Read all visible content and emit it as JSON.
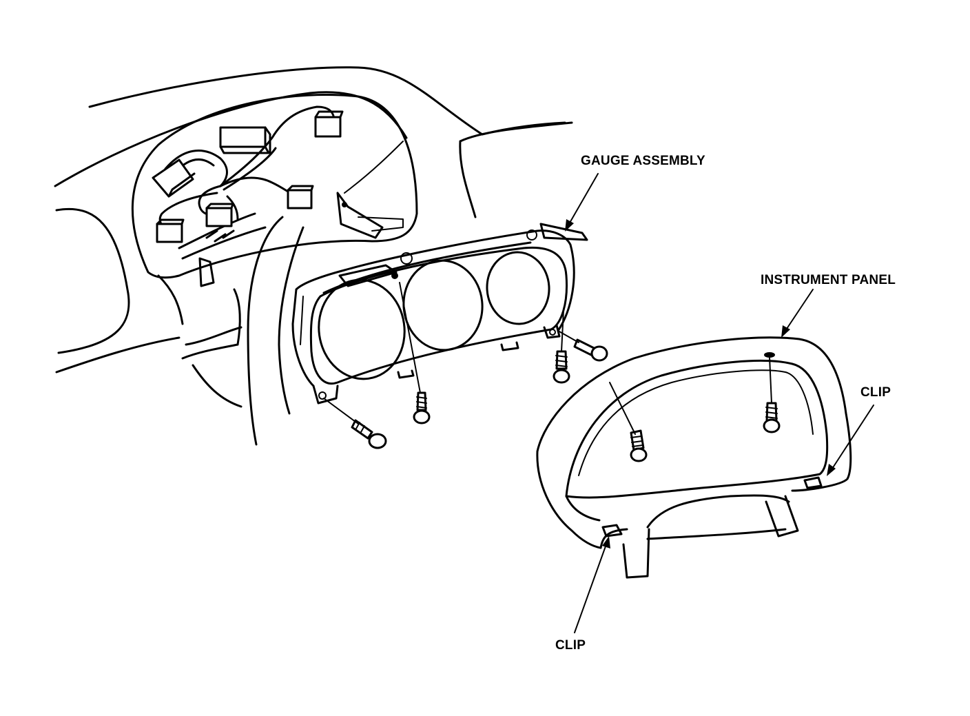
{
  "labels": {
    "gauge_assembly": "GAUGE ASSEMBLY",
    "instrument_panel": "INSTRUMENT PANEL",
    "clip_right": "CLIP",
    "clip_bottom": "CLIP"
  }
}
